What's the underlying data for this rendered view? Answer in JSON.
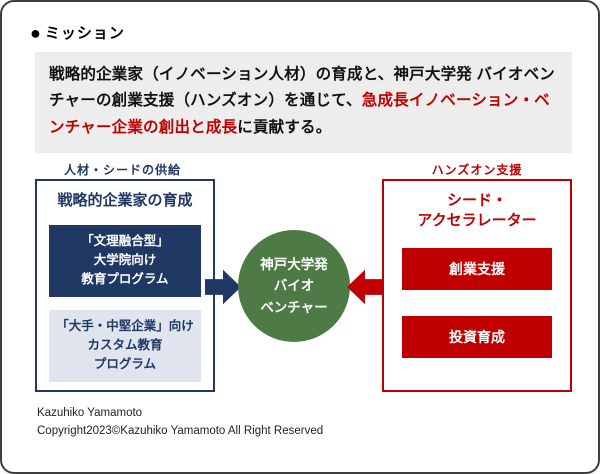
{
  "page": {
    "bullet": "●",
    "title": "ミッション"
  },
  "mission": {
    "text_black_1": "戦略的企業家（イノベーション人材）の育成と、神戸大学発 バイオベンチャーの創業支援（ハンズオン）を通じて、",
    "text_red": "急成長イノベーション・ベンチャー企業の創出と成長",
    "text_black_2": "に貢献する。"
  },
  "diagram": {
    "left_label": "人材・シードの供給",
    "right_label": "ハンズオン支援",
    "left_box": {
      "title": "戦略的企業家の育成",
      "items": [
        {
          "label": "「文理融合型」\n大学院向け\n教育プログラム",
          "style": "dark"
        },
        {
          "label": "「大手・中堅企業」向け\nカスタム教育\nプログラム",
          "style": "light"
        }
      ]
    },
    "center_circle": {
      "label": "神戸大学発\nバイオ\nベンチャー"
    },
    "right_box": {
      "title": "シード・\nアクセラレーター",
      "items": [
        {
          "label": "創業支援"
        },
        {
          "label": "投資育成"
        }
      ]
    },
    "colors": {
      "navy": "#1f3864",
      "red": "#c00000",
      "green": "#4e7b45",
      "light_item_bg": "#dfe4ef",
      "mission_bg": "#ededed"
    }
  },
  "footer": {
    "line1": "Kazuhiko Yamamoto",
    "line2": "Copyright2023©Kazuhiko Yamamoto All Right Reserved"
  }
}
